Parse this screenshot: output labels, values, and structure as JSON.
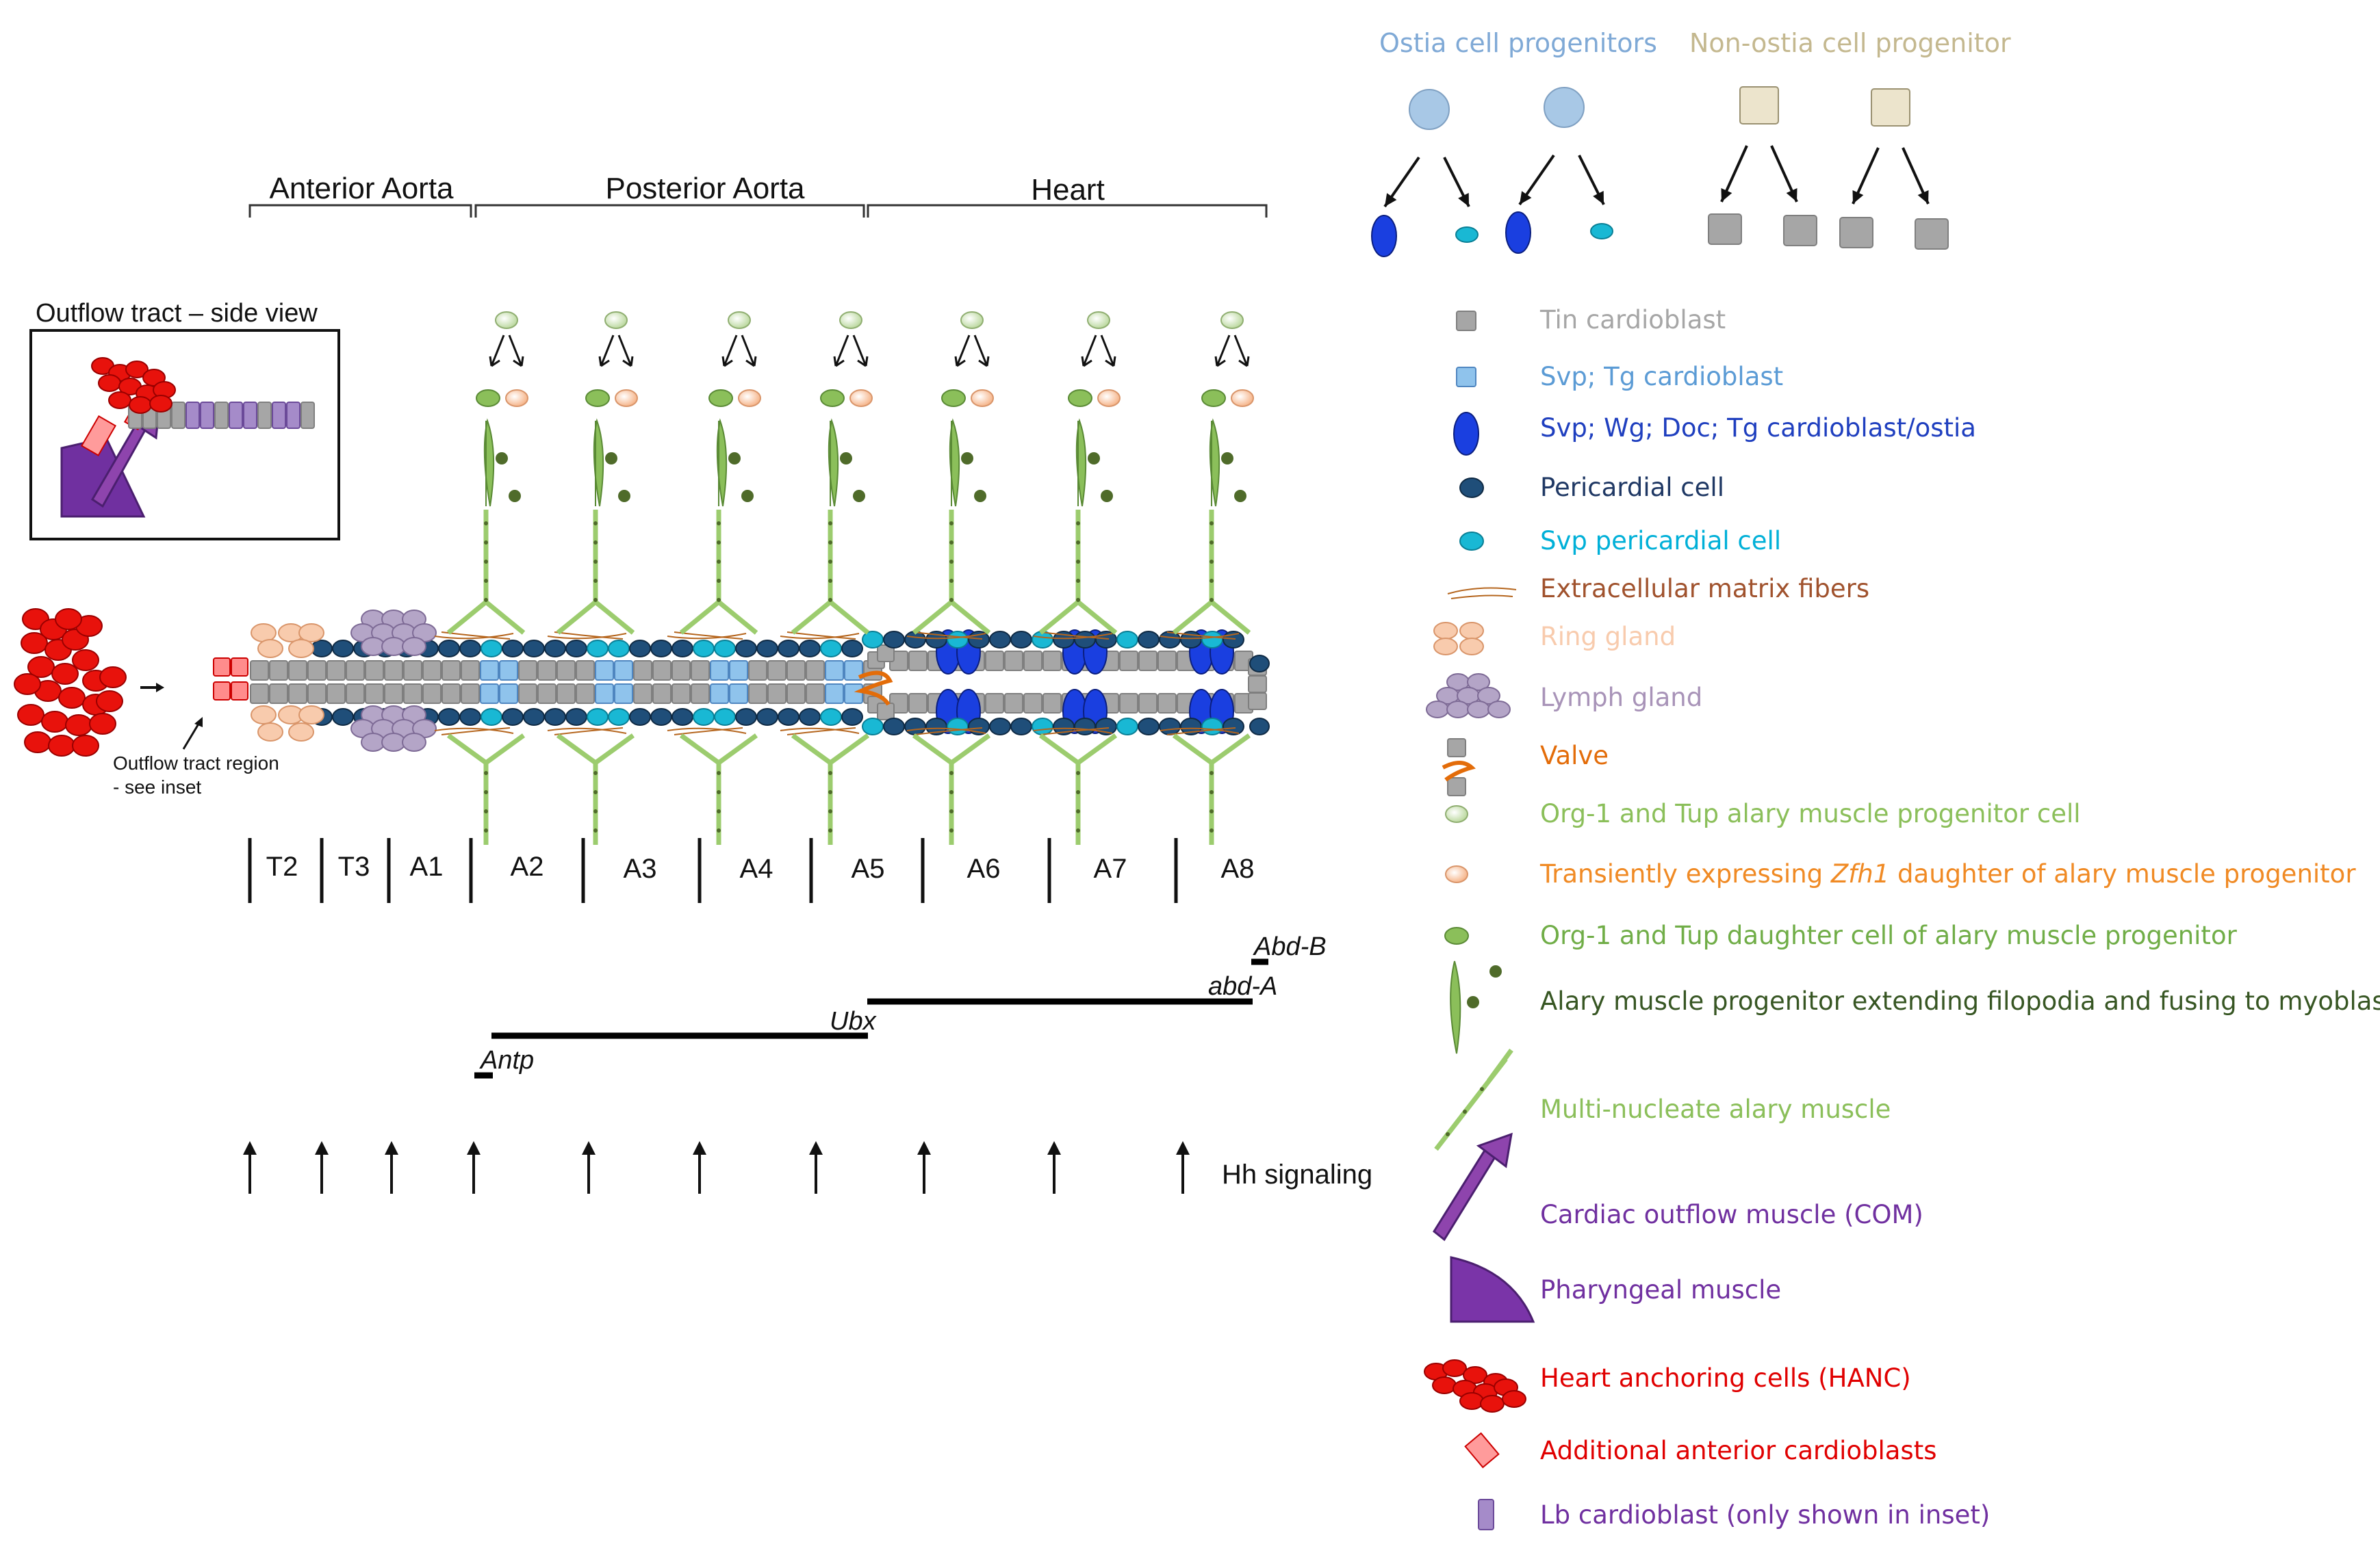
{
  "regions": [
    "Anterior Aorta",
    "Posterior Aorta",
    "Heart"
  ],
  "inset_title": "Outflow tract – side view",
  "outflow_label_line1": "Outflow tract region",
  "outflow_label_line2": "- see inset",
  "segments": [
    "T2",
    "T3",
    "A1",
    "A2",
    "A3",
    "A4",
    "A5",
    "A6",
    "A7",
    "A8"
  ],
  "genes": {
    "abdb": "Abd-B",
    "abda": "abd-A",
    "ubx": "Ubx",
    "antp": "Antp"
  },
  "hh_label": "Hh signaling",
  "progenitors": {
    "ostia_title": "Ostia cell progenitors",
    "nonostia_title": "Non-ostia cell progenitor"
  },
  "legend": [
    {
      "name": "tin-cardioblast",
      "text": "Tin cardioblast",
      "color": "#a6a6a6"
    },
    {
      "name": "svp-tg-cardioblast",
      "text": "Svp; Tg cardioblast",
      "color": "#5b9bd5"
    },
    {
      "name": "ostia-cardioblast",
      "text": "Svp; Wg; Doc; Tg cardioblast/ostia",
      "color": "#1f3fbf"
    },
    {
      "name": "pericardial-cell",
      "text": "Pericardial cell",
      "color": "#1f3864"
    },
    {
      "name": "svp-pericardial-cell",
      "text": "Svp pericardial cell",
      "color": "#00b0d8"
    },
    {
      "name": "ecm-fibers",
      "text": "Extracellular matrix fibers",
      "color": "#a0522d"
    },
    {
      "name": "ring-gland",
      "text": "Ring gland",
      "color": "#f8cbad"
    },
    {
      "name": "lymph-gland",
      "text": "Lymph gland",
      "color": "#a893b8"
    },
    {
      "name": "valve",
      "text": "Valve",
      "color": "#e36c09"
    },
    {
      "name": "alary-progenitor",
      "text": "Org-1 and Tup alary muscle progenitor cell",
      "color": "#8bbf5a"
    },
    {
      "name": "zfh1-daughter",
      "text": "Transiently expressing ",
      "text_italic": "Zfh1",
      "text_after": " daughter of alary muscle progenitor",
      "color": "#f08a24"
    },
    {
      "name": "org1-daughter",
      "text": "Org-1 and Tup daughter cell of alary muscle progenitor",
      "color": "#70ad47"
    },
    {
      "name": "filopodia-progenitor",
      "text": "Alary muscle progenitor extending filopodia and fusing to myoblasts",
      "color": "#375623"
    },
    {
      "name": "alary-muscle",
      "text": "Multi-nucleate alary muscle",
      "color": "#8bbf5a"
    },
    {
      "name": "com",
      "text": "Cardiac outflow muscle (COM)",
      "color": "#7030a0"
    },
    {
      "name": "pharyngeal-muscle",
      "text": "Pharyngeal muscle",
      "color": "#7030a0"
    },
    {
      "name": "hanc",
      "text": "Heart anchoring cells (HANC)",
      "color": "#e00000"
    },
    {
      "name": "anterior-cardioblasts",
      "text": "Additional anterior cardioblasts",
      "color": "#e00000"
    },
    {
      "name": "lb-cardioblast",
      "text": "Lb cardioblast (only shown in inset)",
      "color": "#7030a0"
    }
  ]
}
